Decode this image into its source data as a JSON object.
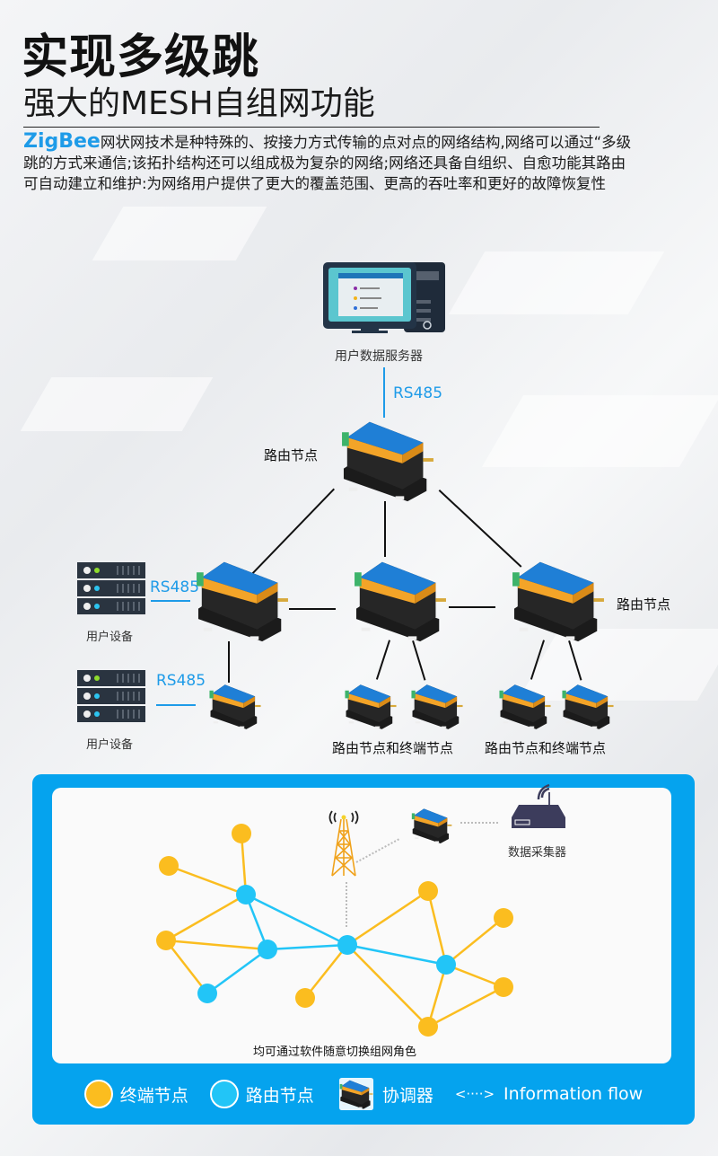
{
  "header": {
    "title": "实现多级跳",
    "subtitle": "强大的MESH自组网功能",
    "brand": "ZigBee",
    "description": "网状网技术是种特殊的、按接力方式传输的点对点的网络结构,网络可以通过“多级跳的方式来通信;该拓扑结构还可以组成极为复杂的网络;网络还具备自组织、自愈功能其路由可自动建立和维护:为网络用户提供了更大的覆盖范围、更高的吞吐率和更好的故障恢复性"
  },
  "topology": {
    "server_label": "用户数据服务器",
    "rs485_top": "RS485",
    "root_router_label": "路由节点",
    "right_router_label": "路由节点",
    "user_device_1_label": "用户设备",
    "user_device_2_label": "用户设备",
    "rs485_left_1": "RS485",
    "rs485_left_2": "RS485",
    "leaf_group_1_label": "路由节点和终端节点",
    "leaf_group_2_label": "路由节点和终端节点"
  },
  "mesh": {
    "collector_label": "数据采集器",
    "caption": "均可通过软件随意切换组网角色",
    "colors": {
      "end_node": "#fbbd1f",
      "router_node": "#22c5f7",
      "panel": "#05a3ee"
    },
    "nodes": [
      {
        "id": "Y1",
        "role": "end"
      },
      {
        "id": "Y2",
        "role": "end"
      },
      {
        "id": "B1",
        "role": "router"
      },
      {
        "id": "Y3",
        "role": "end"
      },
      {
        "id": "B2",
        "role": "router"
      },
      {
        "id": "B3",
        "role": "router"
      },
      {
        "id": "B4",
        "role": "router"
      },
      {
        "id": "Y4",
        "role": "end"
      },
      {
        "id": "Y5",
        "role": "end"
      },
      {
        "id": "Y6",
        "role": "end"
      },
      {
        "id": "B5",
        "role": "router"
      },
      {
        "id": "Y7",
        "role": "end"
      },
      {
        "id": "Y8",
        "role": "end"
      }
    ],
    "edges": [
      [
        "Y1",
        "B1",
        "end"
      ],
      [
        "Y2",
        "B1",
        "end"
      ],
      [
        "Y3",
        "B1",
        "end"
      ],
      [
        "Y3",
        "B2",
        "end"
      ],
      [
        "Y3",
        "B4",
        "end"
      ],
      [
        "B1",
        "B2",
        "router"
      ],
      [
        "B1",
        "B3",
        "router"
      ],
      [
        "B2",
        "B3",
        "router"
      ],
      [
        "B2",
        "B4",
        "router"
      ],
      [
        "B3",
        "B5",
        "router"
      ],
      [
        "B3",
        "Y4",
        "end"
      ],
      [
        "B3",
        "Y5",
        "end"
      ],
      [
        "B3",
        "Y8",
        "end"
      ],
      [
        "Y5",
        "B5",
        "end"
      ],
      [
        "Y6",
        "B5",
        "end"
      ],
      [
        "Y7",
        "B5",
        "end"
      ],
      [
        "B5",
        "Y8",
        "end"
      ],
      [
        "Y7",
        "Y8",
        "end"
      ]
    ]
  },
  "legend": {
    "end_node": "终端节点",
    "router_node": "路由节点",
    "coordinator": "协调器",
    "flow_symbol": "<····>",
    "flow_label": "Information flow"
  }
}
